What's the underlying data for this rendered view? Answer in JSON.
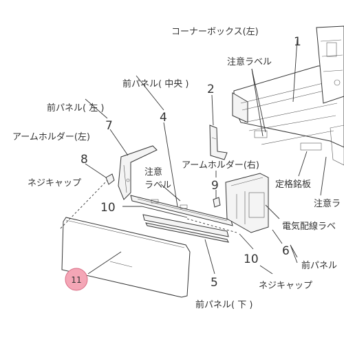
{
  "labels": {
    "corner_box": "コーナーボックス(左)",
    "front_panel_center": "前パネル( 中央 )",
    "caution_label_top": "注意ラベル",
    "front_panel_left": "前パネル( 左 )",
    "arm_holder_left": "アームホルダー(左)",
    "screw_cap_left": "ネジキャップ",
    "caution_label_mid_1": "注意",
    "caution_label_mid_2": "ラベル",
    "arm_holder_right": "アームホルダー(右)",
    "rating_plate": "定格銘板",
    "caution_label_right": "注意ラ",
    "wiring_label": "電気配線ラベ",
    "front_panel_right": "前パネル",
    "screw_cap_right": "ネジキャップ",
    "front_panel_bottom": "前パネル( 下 )"
  },
  "numbers": {
    "n1": "1",
    "n2": "2",
    "n4": "4",
    "n7": "7",
    "n8": "8",
    "n9": "9",
    "n10a": "10",
    "n10b": "10",
    "n6": "6",
    "n5": "5"
  },
  "badge": {
    "value": "11",
    "color": "#f4a6b6"
  }
}
